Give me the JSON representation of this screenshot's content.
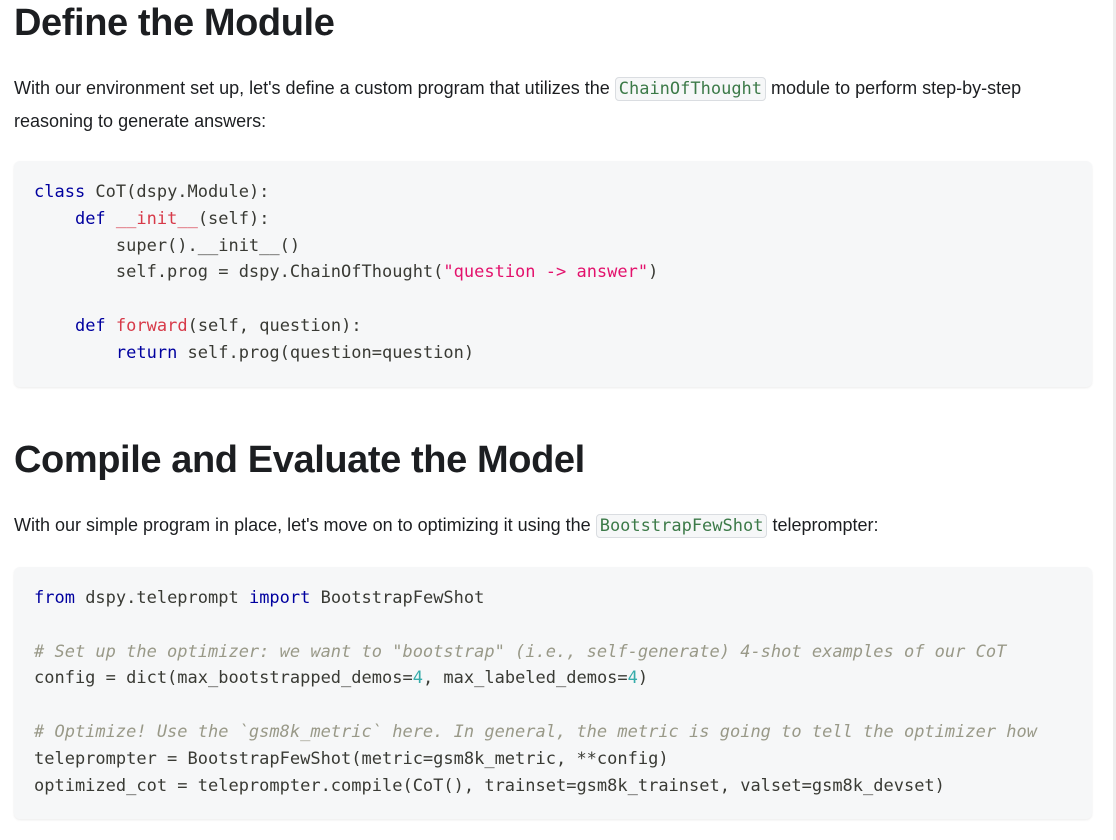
{
  "section1": {
    "title": "Define the Module",
    "p_before": "With our environment set up, let's define a custom program that utilizes the ",
    "p_code": "ChainOfThought",
    "p_after": " module to perform step-by-step reasoning to generate answers:",
    "code": {
      "l1a": "class",
      "l1b": " CoT(dspy.Module):",
      "l2ind": "    ",
      "l2a": "def",
      "l2b": " ",
      "l2c": "__init__",
      "l2d": "(self):",
      "l3": "        super().__init__()",
      "l4a": "        self.prog = dspy.ChainOfThought(",
      "l4b": "\"question -> answer\"",
      "l4c": ")",
      "l6ind": "    ",
      "l6a": "def",
      "l6b": " ",
      "l6c": "forward",
      "l6d": "(self, question):",
      "l7ind": "        ",
      "l7a": "return",
      "l7b": " self.prog(question=question)"
    }
  },
  "section2": {
    "title": "Compile and Evaluate the Model",
    "p_before": "With our simple program in place, let's move on to optimizing it using the ",
    "p_code": "BootstrapFewShot",
    "p_after": " teleprompter:",
    "code": {
      "l1a": "from",
      "l1b": " dspy.teleprompt ",
      "l1c": "import",
      "l1d": " BootstrapFewShot",
      "l3": "# Set up the optimizer: we want to \"bootstrap\" (i.e., self-generate) 4-shot examples of our CoT",
      "l4a": "config = dict(max_bootstrapped_demos=",
      "l4b": "4",
      "l4c": ", max_labeled_demos=",
      "l4d": "4",
      "l4e": ")",
      "l6": "# Optimize! Use the `gsm8k_metric` here. In general, the metric is going to tell the optimizer how",
      "l7": "teleprompter = BootstrapFewShot(metric=gsm8k_metric, **config)",
      "l8": "optimized_cot = teleprompter.compile(CoT(), trainset=gsm8k_trainset, valset=gsm8k_devset)"
    }
  }
}
